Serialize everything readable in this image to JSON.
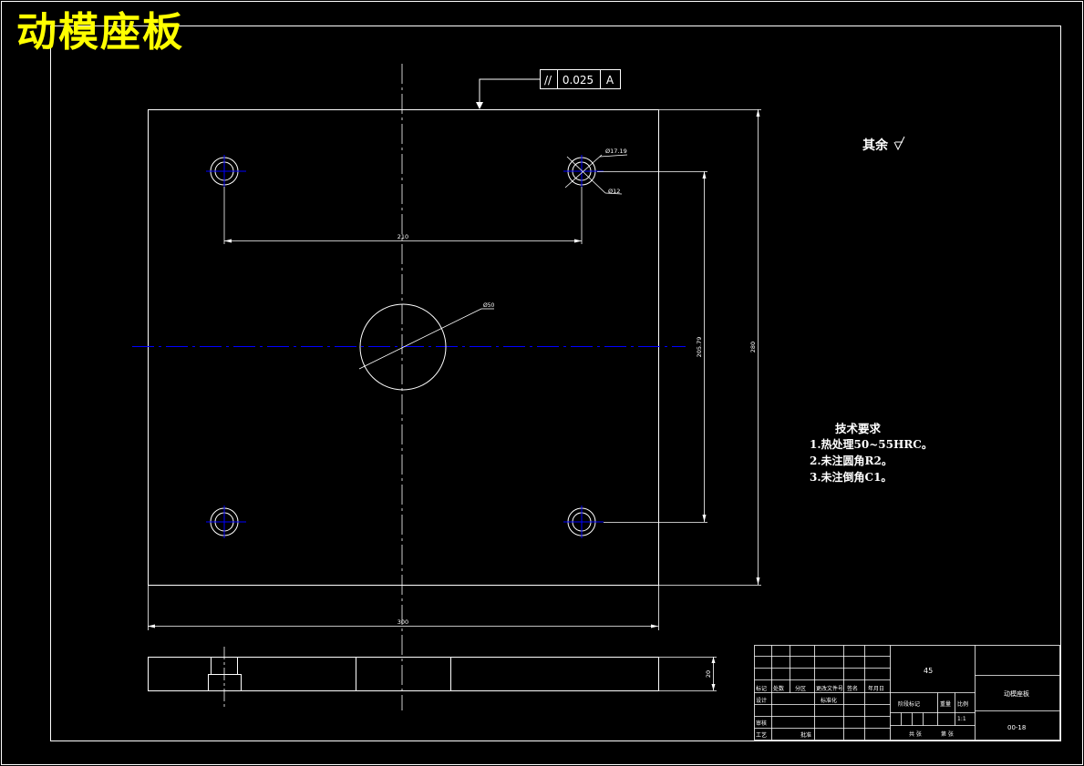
{
  "drawing_title": "动模座板",
  "tolerance_frame": {
    "symbol": "//",
    "value": "0.025",
    "datum": "A"
  },
  "dimensions": {
    "hole_outer_dia": "Ø17.19",
    "hole_inner_dia": "Ø12",
    "hole_spacing": "210",
    "center_hole_dia": "Ø50",
    "hole_vertical_spacing": "205.79",
    "plate_height": "280",
    "plate_width": "300",
    "thickness": "20"
  },
  "surface_finish_note": "其余",
  "tech_requirements": {
    "title": "技术要求",
    "items": [
      "1.热处理50~55HRC。",
      "2.未注圆角R2。",
      "3.未注倒角C1。"
    ]
  },
  "title_block": {
    "material": "45",
    "part_name": "动模座板",
    "drawing_no": "00-18",
    "scale_value": "1:1",
    "labels": {
      "mark": "标记",
      "count": "处数",
      "zone": "分区",
      "change_doc": "更改文件号",
      "signature": "签名",
      "date": "年月日",
      "design": "设计",
      "standardize": "标准化",
      "review": "审核",
      "process": "工艺",
      "approve": "批准",
      "stage_mark": "阶段标记",
      "weight": "重量",
      "scale": "比例",
      "total": "共 张",
      "sheet": "第 张"
    }
  },
  "colors": {
    "line": "#ffffff",
    "centerline": "#0000ff",
    "title": "#ffff00"
  }
}
